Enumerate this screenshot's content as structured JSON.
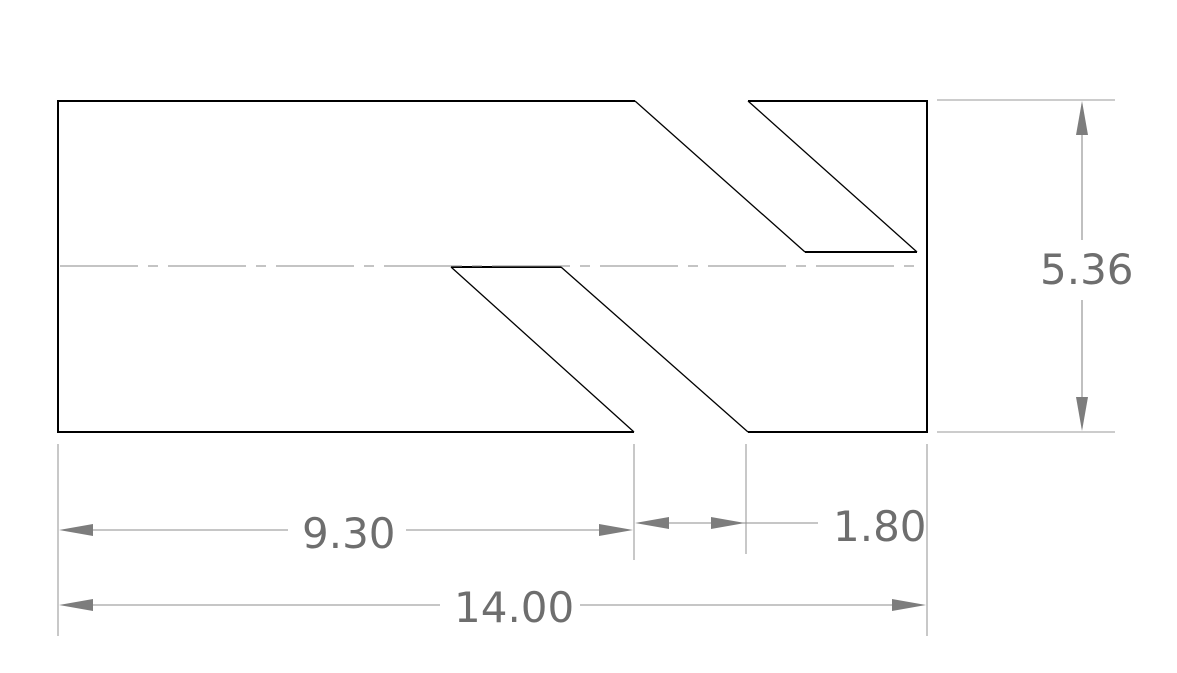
{
  "drawing": {
    "type": "engineering-drawing",
    "dimensions": {
      "height": "5.36",
      "left_length": "9.30",
      "slot_width": "1.80",
      "total_length": "14.00"
    },
    "colors": {
      "part_outline": "#000000",
      "dimension_lines": "#8c8c8c",
      "dimension_text": "#6e6e6e",
      "centerline": "#8a8a8a",
      "background": "#ffffff"
    }
  }
}
